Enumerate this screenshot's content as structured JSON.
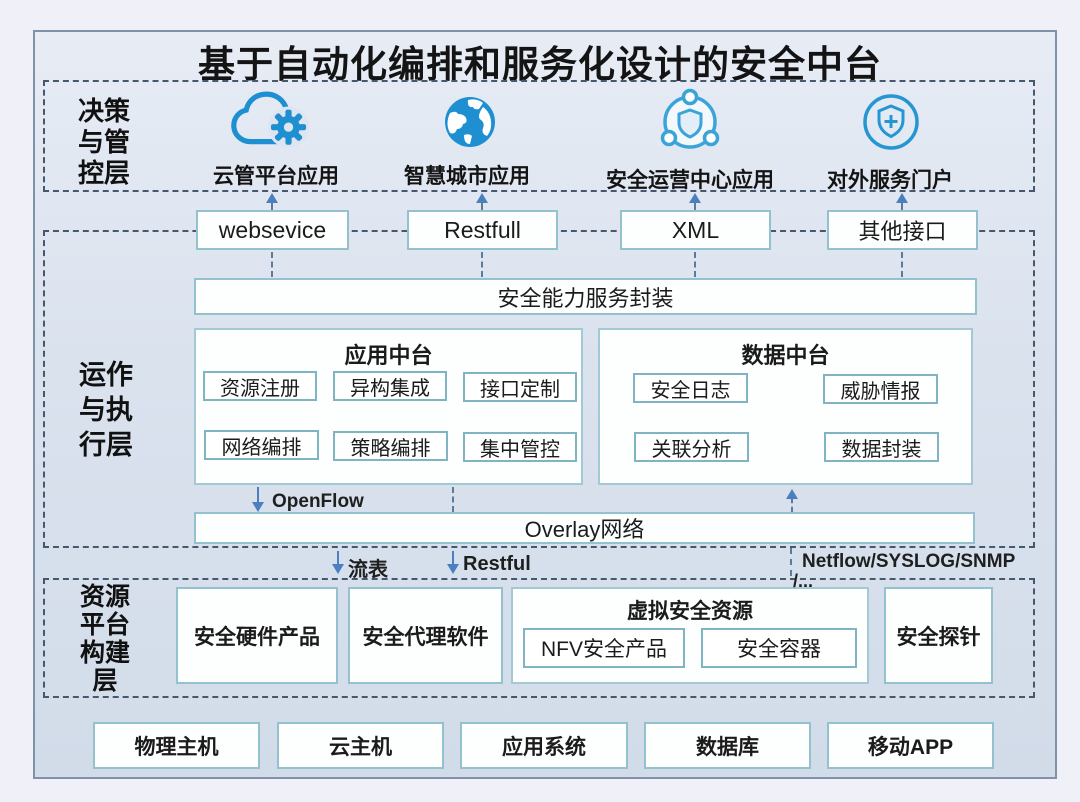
{
  "title": "基于自动化编排和服务化设计的安全中台",
  "decision_layer": {
    "label_lines": [
      "决策",
      "与管",
      "控层"
    ],
    "apps": [
      {
        "label": "云管平台应用",
        "icon": "cloud-gear-icon"
      },
      {
        "label": "智慧城市应用",
        "icon": "globe-icon"
      },
      {
        "label": "安全运营中心应用",
        "icon": "shield-hub-icon"
      },
      {
        "label": "对外服务门户",
        "icon": "shield-plus-icon"
      }
    ]
  },
  "operation_layer": {
    "label_lines": [
      "运作",
      "与执",
      "行层"
    ],
    "interfaces": [
      "websevice",
      "Restfull",
      "XML",
      "其他接口"
    ],
    "service_encapsulation": "安全能力服务封装",
    "app_platform": {
      "title": "应用中台",
      "items": [
        "资源注册",
        "异构集成",
        "接口定制",
        "网络编排",
        "策略编排",
        "集中管控"
      ]
    },
    "data_platform": {
      "title": "数据中台",
      "items": [
        "安全日志",
        "威胁情报",
        "关联分析",
        "数据封装"
      ]
    },
    "openflow_label": "OpenFlow",
    "overlay_label": "Overlay网络"
  },
  "link_labels": {
    "flow_table": "流表",
    "restful": "Restful",
    "netflow": "Netflow/SYSLOG/SNMP",
    "netflow_more": "/..."
  },
  "resource_layer": {
    "label_lines": [
      "资源",
      "平台",
      "构建",
      "层"
    ],
    "hardware": "安全硬件产品",
    "agent": "安全代理软件",
    "virtual": {
      "title": "虚拟安全资源",
      "items": [
        "NFV安全产品",
        "安全容器"
      ]
    },
    "probe": "安全探针"
  },
  "foundation": [
    "物理主机",
    "云主机",
    "应用系统",
    "数据库",
    "移动APP"
  ],
  "colors": {
    "icon_blue": "#1e8fd0",
    "arrow_blue": "#4b80c0",
    "box_border_teal": "#94c1ce",
    "dash_border": "#47586c",
    "panel_bg": "#dae2ee"
  }
}
